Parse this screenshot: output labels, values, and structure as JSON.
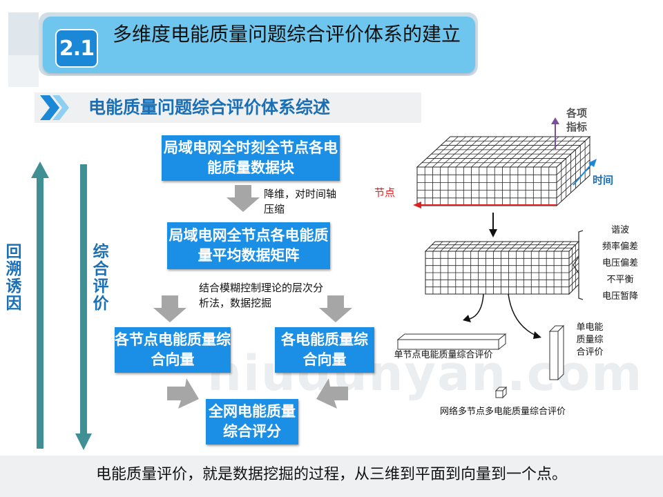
{
  "header": {
    "badge": "2.1",
    "title": "多维度电能质量问题综合评价体系的建立"
  },
  "subtitle": "电能质量问题综合评价体系综述",
  "side_labels": {
    "left": "回溯诱因",
    "inner": "综合评价"
  },
  "flow": {
    "box1": "局域电网全时刻全节点各电能质量数据块",
    "note1": "降维，对时间轴压缩",
    "box2": "局域电网全节点各电能质量平均数据矩阵",
    "note2": "结合模糊控制理论的层次分析法，数据挖掘",
    "box3": "各节点电能质量综合向量",
    "box4": "各电能质量综合向量",
    "box5": "全网电能质量综合评分"
  },
  "cube": {
    "axis_indicator": "各项指标",
    "axis_time": "时间",
    "axis_node": "节点",
    "indicators": [
      "谐波",
      "频率偏差",
      "电压偏差",
      "不平衡",
      "电压暂降"
    ],
    "bar_label": "单节点电能质量综合评价",
    "column_label": "单电能质量综合评价",
    "point_label": "网络多节点多电能质量综合评价"
  },
  "footer": "电能质量评价，就是数据挖掘的过程，从三维到平面到向量到一个点。",
  "watermark": "niudunyan.com",
  "colors": {
    "accent": "#1b8fe6",
    "arrow_teal": "#3f8f94",
    "title_blue": "#1a6fb5",
    "red": "#e02020"
  }
}
